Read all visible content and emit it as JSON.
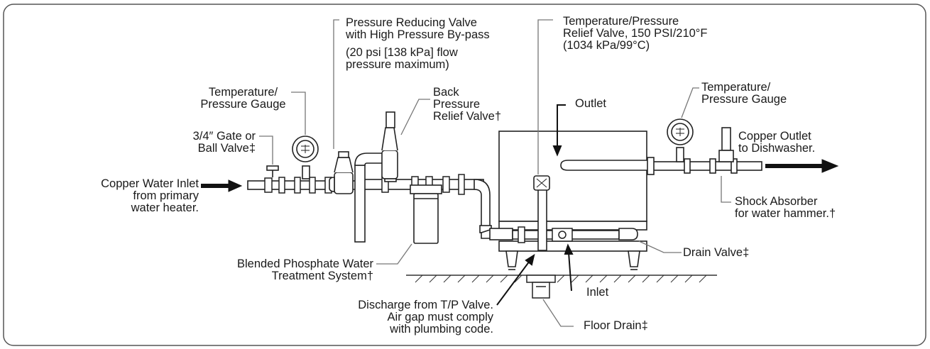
{
  "labels": {
    "prv": [
      "Pressure Reducing Valve",
      "with High Pressure By-pass"
    ],
    "prv_note": [
      "(20 psi [138 kPa] flow",
      "pressure maximum)"
    ],
    "tp_relief": [
      "Temperature/Pressure",
      "Relief Valve, 150 PSI/210°F",
      "(1034 kPa/99°C)"
    ],
    "gauge_left": [
      "Temperature/",
      "Pressure Gauge"
    ],
    "back_pressure": [
      "Back",
      "Pressure",
      "Relief Valve†"
    ],
    "outlet": "Outlet",
    "gauge_right": [
      "Temperature/",
      "Pressure Gauge"
    ],
    "gate_valve": [
      "3/4″ Gate or",
      "Ball Valve‡"
    ],
    "copper_outlet": [
      "Copper Outlet",
      "to Dishwasher."
    ],
    "copper_inlet": [
      "Copper Water Inlet",
      "from primary",
      "water heater."
    ],
    "shock": [
      "Shock Absorber",
      "for water hammer.†"
    ],
    "drain_valve": "Drain Valve‡",
    "phosphate": [
      "Blended Phosphate Water",
      "Treatment System†"
    ],
    "inlet": "Inlet",
    "discharge": [
      "Discharge from T/P Valve.",
      "Air gap must comply",
      "with plumbing code."
    ],
    "floor_drain": "Floor Drain‡"
  },
  "colors": {
    "line": "#1a1a1a",
    "leader": "#777777",
    "frame": "#555555"
  }
}
